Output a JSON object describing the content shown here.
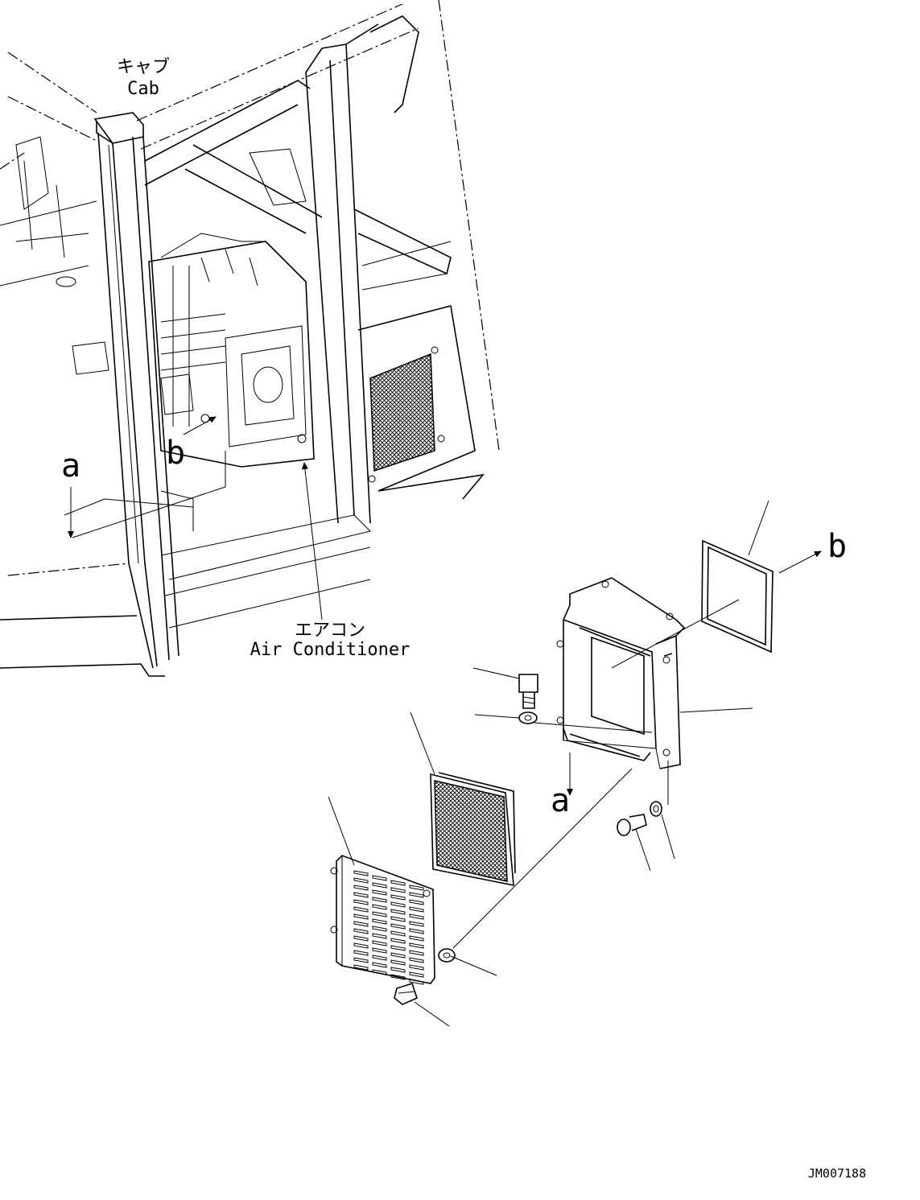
{
  "labels": {
    "cab_jp": "キャブ",
    "cab_en": "Cab",
    "ac_jp": "エアコン",
    "ac_en": "Air Conditioner",
    "view_a_top": "a",
    "view_b_top": "b",
    "view_a_bottom": "a",
    "view_b_right": "b",
    "drawing_number": "JM007188"
  },
  "colors": {
    "line": "#000000",
    "background": "#ffffff"
  }
}
